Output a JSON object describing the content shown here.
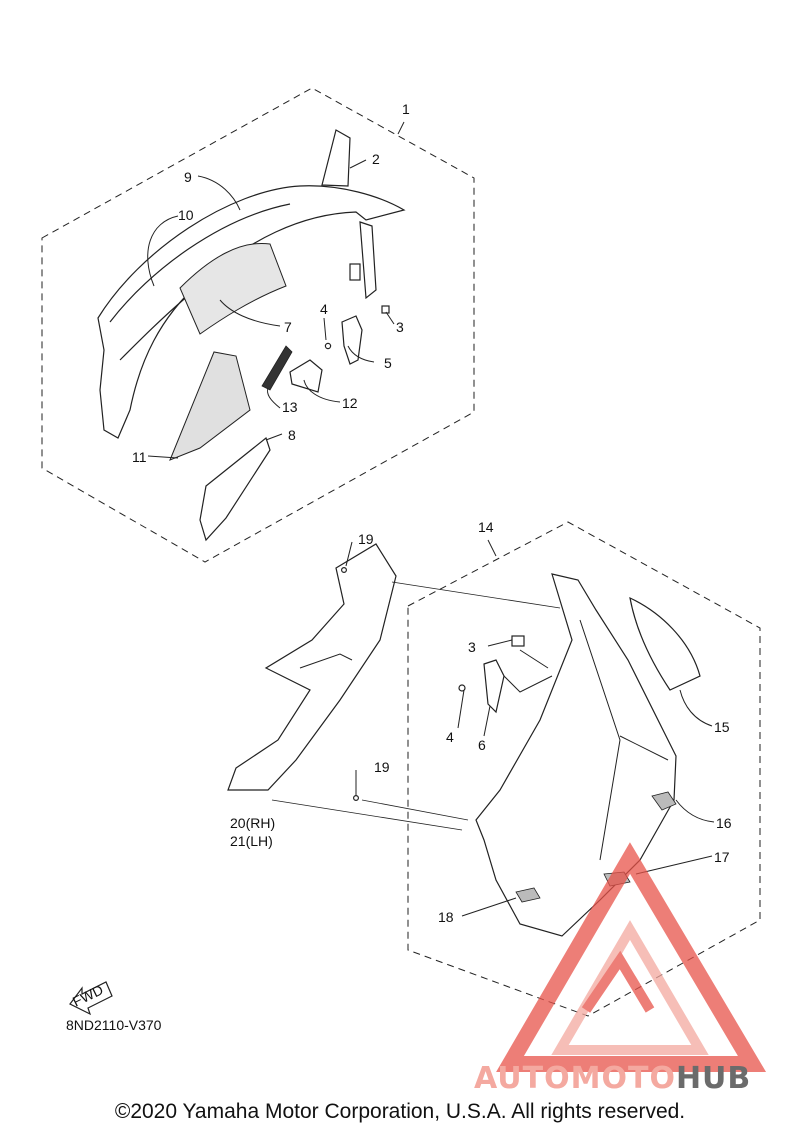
{
  "diagram": {
    "callouts": {
      "c1": "1",
      "c2": "2",
      "c3a": "3",
      "c4a": "4",
      "c5": "5",
      "c7": "7",
      "c8": "8",
      "c9": "9",
      "c10": "10",
      "c11": "11",
      "c12": "12",
      "c13": "13",
      "c14": "14",
      "c19a": "19",
      "c3b": "3",
      "c4b": "4",
      "c6": "6",
      "c15": "15",
      "c16": "16",
      "c17": "17",
      "c18": "18",
      "c19b": "19",
      "c20": "20(RH)",
      "c21": "21(LH)"
    },
    "fwd_label": "FWD",
    "diagram_code": "8ND2110-V370",
    "copyright": "©2020 Yamaha Motor Corporation, U.S.A. All rights reserved."
  },
  "watermark": {
    "part1": "AUTOMOTO",
    "part2": "HUB",
    "colors": {
      "accent": "#f4a9a0",
      "logo": "#e8534a",
      "dark": "#6b6b6b"
    }
  }
}
